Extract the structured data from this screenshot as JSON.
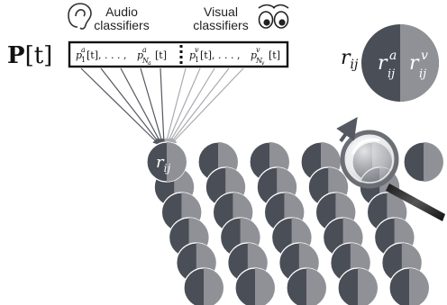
{
  "labels": {
    "audio_line1": "Audio",
    "audio_line2": "classifiers",
    "visual_line1": "Visual",
    "visual_line2": "classifiers",
    "vector_name": "P",
    "vector_arg": "[t]",
    "audio_first": "p",
    "audio_first_sup": "a",
    "audio_first_sub": "1",
    "audio_first_arg": "[t], . . . , ",
    "audio_last": "p",
    "audio_last_sup": "a",
    "audio_last_sub": "N",
    "audio_last_subsub": "a",
    "audio_last_arg": "[t]",
    "visual_first": "p",
    "visual_first_sup": "v",
    "visual_first_sub": "1",
    "visual_first_arg": "[t], . . . , ",
    "visual_last": "p",
    "visual_last_sup": "v",
    "visual_last_sub": "N",
    "visual_last_subsub": "v",
    "visual_last_arg": "[t]",
    "r_main": "r",
    "r_sub": "ij",
    "r_audio": "r",
    "r_audio_sup": "a",
    "r_audio_sub": "ij",
    "r_visual": "r",
    "r_visual_sup": "v",
    "r_visual_sub": "ij",
    "r_grid": "r",
    "r_grid_sub": "ij"
  },
  "colors": {
    "audio_half": "#4a4e56",
    "visual_half": "#8f9197",
    "audio_arrow": "#555860",
    "visual_arrow": "#a9abb0",
    "magnifier_rim": "#6b6e74"
  },
  "icons": {
    "audio": "ear-icon",
    "visual": "eyes-icon",
    "zoom": "magnifier-icon"
  }
}
